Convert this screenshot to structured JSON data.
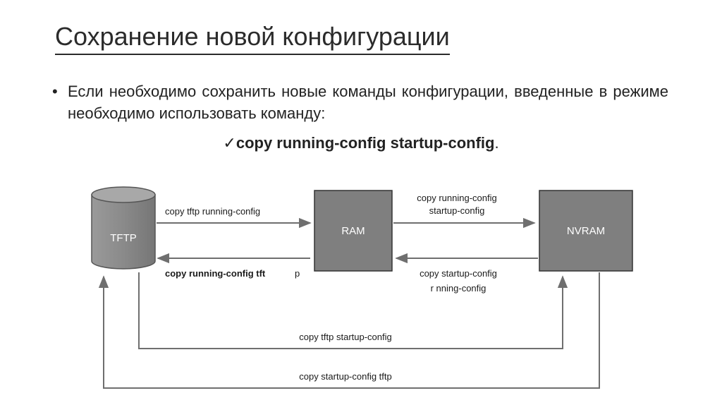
{
  "title": "Сохранение новой конфигурации",
  "bullet": {
    "marker": "•",
    "text": "Если необходимо сохранить новые команды конфигурации, введенные в режиме необходимо использовать команду:"
  },
  "command": {
    "check": "✓",
    "text": "copy running-config startup-config",
    "suffix": "."
  },
  "diagram": {
    "nodes": {
      "tftp": "TFTP",
      "ram": "RAM",
      "nvram": "NVRAM"
    },
    "edges": {
      "tftp_to_ram": "copy tftp running-config",
      "ram_to_tftp": "copy running-config tft",
      "ram_to_tftp_tail": "p",
      "ram_to_nvram_1": "copy running-config",
      "ram_to_nvram_2": "startup-config",
      "nvram_to_ram_1": "copy startup-config",
      "nvram_to_ram_2": "r nning-config",
      "tftp_to_nvram": "copy tftp startup-config",
      "nvram_to_tftp": "copy startup-config tftp"
    },
    "colors": {
      "box": "#7f7f7f",
      "arrow": "#6f6f6f",
      "cylinder": "#8a8a8a"
    }
  }
}
